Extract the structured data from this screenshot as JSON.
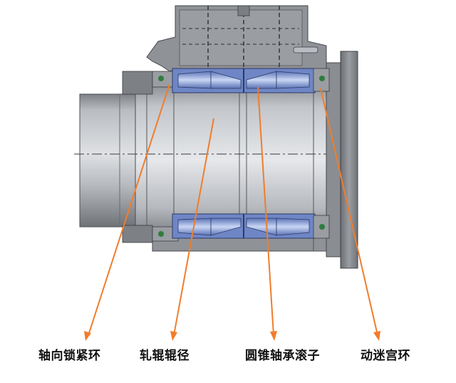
{
  "colors": {
    "leader_line": "#f07d2c",
    "bearing_blue": "#6f86c6",
    "roller_blue": "#b7c8ef",
    "housing_gray": "#8c8f94",
    "shaft_gray": "#a9acb1",
    "label_text": "#111111"
  },
  "callouts": [
    {
      "id": "axial-lock-ring",
      "label": "轴向锁紧环"
    },
    {
      "id": "roll-neck-diameter",
      "label": "轧辊辊径"
    },
    {
      "id": "tapered-roller-bearing",
      "label": "圆锥轴承滚子"
    },
    {
      "id": "rotating-labyrinth",
      "label": "动迷宫环"
    }
  ]
}
